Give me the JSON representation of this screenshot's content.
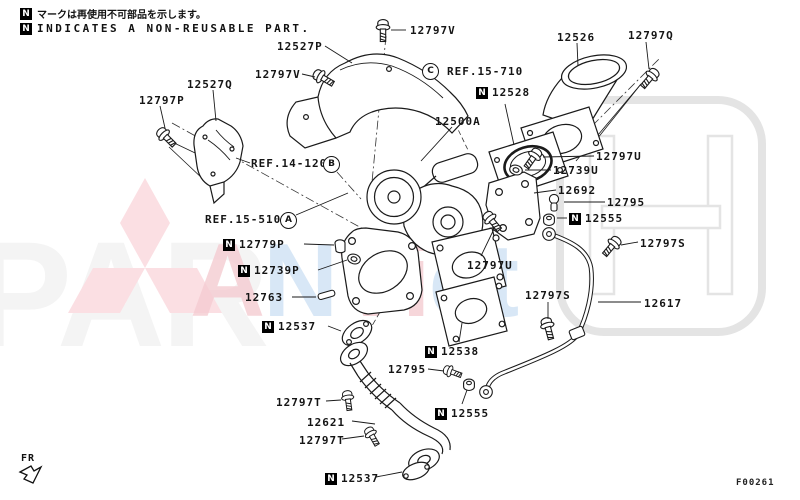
{
  "notes": {
    "badge": "N",
    "jp": "マークは再使用不可部品を示します。",
    "en": "INDICATES A NON-REUSABLE PART."
  },
  "refs": {
    "a": {
      "letter": "A",
      "text": "REF.15-510"
    },
    "b": {
      "letter": "B",
      "text": "REF.14-120"
    },
    "c": {
      "letter": "C",
      "text": "REF.15-710"
    }
  },
  "labels": {
    "p12527P": "12527P",
    "p12797V_top": "12797V",
    "p12526": "12526",
    "p12797Q": "12797Q",
    "p12797V_left": "12797V",
    "p12527Q": "12527Q",
    "p12797P": "12797P",
    "p12528": "12528",
    "p12500A": "12500A",
    "p12797U_right": "12797U",
    "p12739U": "12739U",
    "p12692": "12692",
    "p12795_right": "12795",
    "p12555_right": "12555",
    "p12779P": "12779P",
    "p12739P": "12739P",
    "p12763": "12763",
    "p12797U_center": "12797U",
    "p12797S_right": "12797S",
    "p12537_upper": "12537",
    "p12617": "12617",
    "p12797S_lower": "12797S",
    "p12538": "12538",
    "p12795_lower": "12795",
    "p12555_lower": "12555",
    "p12797T_upper": "12797T",
    "p12621": "12621",
    "p12797T_lower": "12797T",
    "p12537_lower": "12537"
  },
  "footer": {
    "orientation": "FR",
    "code": "F00261"
  },
  "watermarks": {
    "faint": "PAR",
    "wm1": "A",
    "wm2": "N",
    "wm3": "Vi",
    "wm4": "et",
    "pink": "#f5ccd2",
    "blue": "#cfe2f4",
    "diamond_pink": "#fbdfe3",
    "emblem_gray": "#e4e4e4"
  }
}
